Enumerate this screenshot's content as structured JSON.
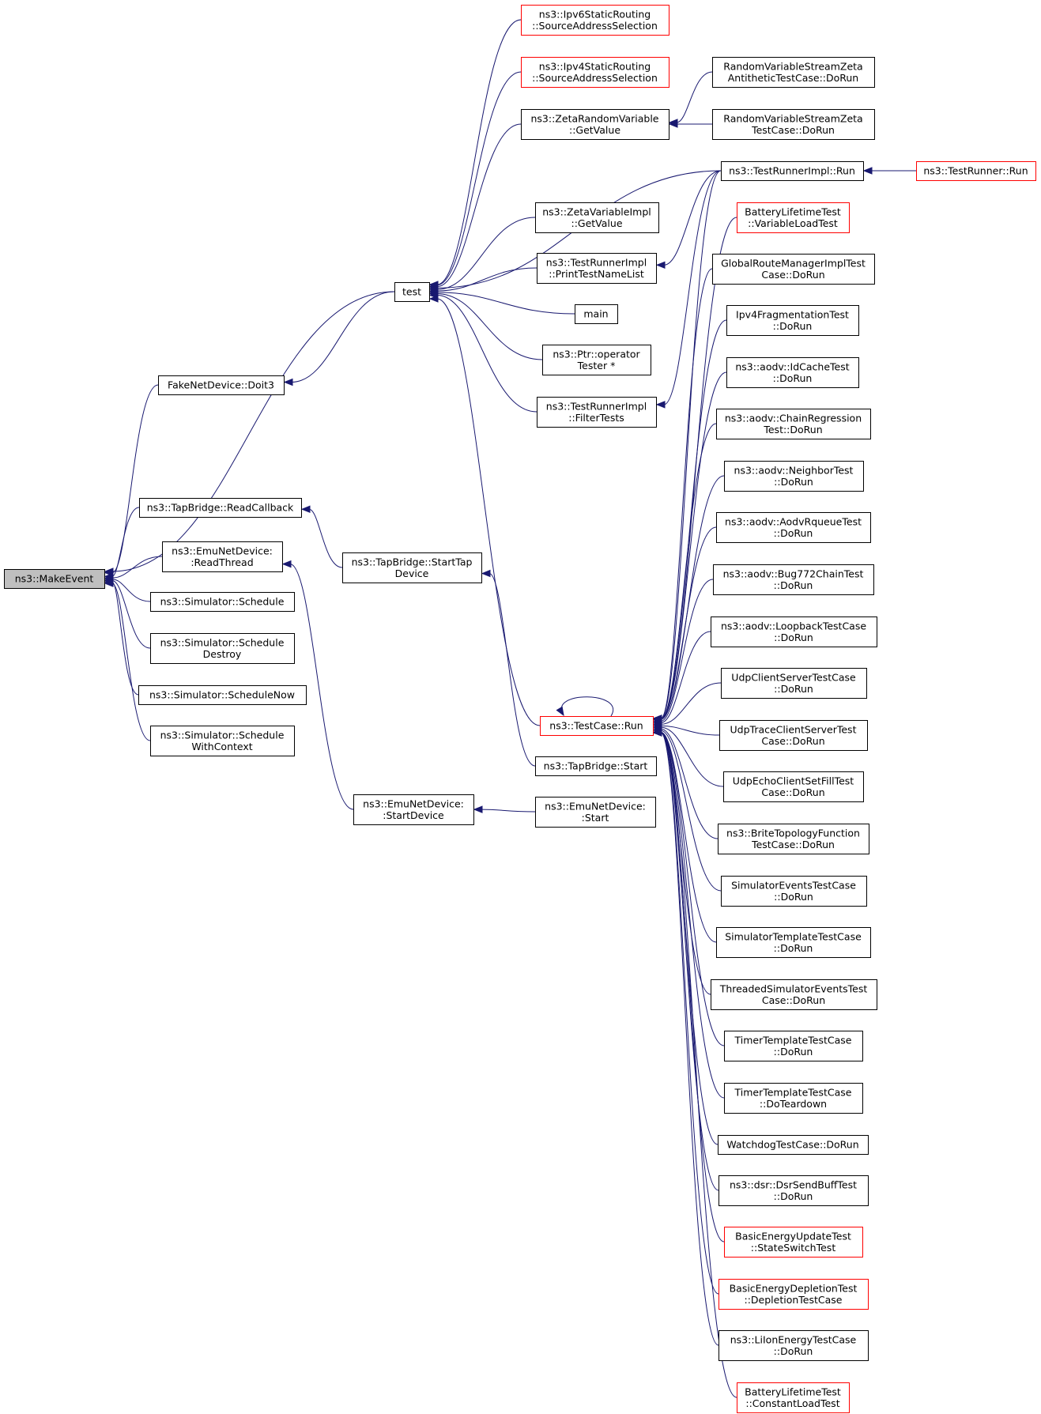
{
  "colors": {
    "edge": "#191970",
    "node_border": "#000000",
    "node_border_truncated": "#ff0000",
    "node_fill": "#ffffff",
    "focus_fill": "#bfbfbf"
  },
  "focus_node": "makeevent",
  "nodes": [
    {
      "id": "makeevent",
      "lines": [
        "ns3::MakeEvent"
      ],
      "truncated": false
    },
    {
      "id": "fakenet-doit3",
      "lines": [
        "FakeNetDevice::Doit3"
      ],
      "truncated": false
    },
    {
      "id": "tap-readcallback",
      "lines": [
        "ns3::TapBridge::ReadCallback"
      ],
      "truncated": false
    },
    {
      "id": "emu-readthread",
      "lines": [
        "ns3::EmuNetDevice:",
        ":ReadThread"
      ],
      "truncated": false
    },
    {
      "id": "sim-schedule",
      "lines": [
        "ns3::Simulator::Schedule"
      ],
      "truncated": false
    },
    {
      "id": "sim-schedule-destroy",
      "lines": [
        "ns3::Simulator::Schedule",
        "Destroy"
      ],
      "truncated": false
    },
    {
      "id": "sim-schedule-now",
      "lines": [
        "ns3::Simulator::ScheduleNow"
      ],
      "truncated": false
    },
    {
      "id": "sim-schedule-ctx",
      "lines": [
        "ns3::Simulator::Schedule",
        "WithContext"
      ],
      "truncated": false
    },
    {
      "id": "test",
      "lines": [
        "test"
      ],
      "truncated": false
    },
    {
      "id": "tap-starttapdevice",
      "lines": [
        "ns3::TapBridge::StartTap",
        "Device"
      ],
      "truncated": false
    },
    {
      "id": "emu-startdevice",
      "lines": [
        "ns3::EmuNetDevice:",
        ":StartDevice"
      ],
      "truncated": false
    },
    {
      "id": "ipv6-sas",
      "lines": [
        "ns3::Ipv6StaticRouting",
        "::SourceAddressSelection"
      ],
      "truncated": true
    },
    {
      "id": "ipv4-sas",
      "lines": [
        "ns3::Ipv4StaticRouting",
        "::SourceAddressSelection"
      ],
      "truncated": true
    },
    {
      "id": "zeta-rv-getvalue",
      "lines": [
        "ns3::ZetaRandomVariable",
        "::GetValue"
      ],
      "truncated": false
    },
    {
      "id": "zeta-vi-getvalue",
      "lines": [
        "ns3::ZetaVariableImpl",
        "::GetValue"
      ],
      "truncated": false
    },
    {
      "id": "tri-printtestnamelist",
      "lines": [
        "ns3::TestRunnerImpl",
        "::PrintTestNameList"
      ],
      "truncated": false
    },
    {
      "id": "main",
      "lines": [
        "main"
      ],
      "truncated": false
    },
    {
      "id": "ptr-operator",
      "lines": [
        "ns3::Ptr::operator",
        "Tester *"
      ],
      "truncated": false
    },
    {
      "id": "tri-filtertests",
      "lines": [
        "ns3::TestRunnerImpl",
        "::FilterTests"
      ],
      "truncated": false
    },
    {
      "id": "testcase-run",
      "lines": [
        "ns3::TestCase::Run"
      ],
      "truncated": true
    },
    {
      "id": "tap-start",
      "lines": [
        "ns3::TapBridge::Start"
      ],
      "truncated": false
    },
    {
      "id": "emu-start",
      "lines": [
        "ns3::EmuNetDevice:",
        ":Start"
      ],
      "truncated": false
    },
    {
      "id": "rvs-zeta-anti",
      "lines": [
        "RandomVariableStreamZeta",
        "AntitheticTestCase::DoRun"
      ],
      "truncated": false
    },
    {
      "id": "rvs-zeta",
      "lines": [
        "RandomVariableStreamZeta",
        "TestCase::DoRun"
      ],
      "truncated": false
    },
    {
      "id": "tri-run",
      "lines": [
        "ns3::TestRunnerImpl::Run"
      ],
      "truncated": false
    },
    {
      "id": "testrunner-run",
      "lines": [
        "ns3::TestRunner::Run"
      ],
      "truncated": true
    },
    {
      "id": "battery-varload",
      "lines": [
        "BatteryLifetimeTest",
        "::VariableLoadTest"
      ],
      "truncated": true
    },
    {
      "id": "grm-impl",
      "lines": [
        "GlobalRouteManagerImplTest",
        "Case::DoRun"
      ],
      "truncated": false
    },
    {
      "id": "ipv4-frag",
      "lines": [
        "Ipv4FragmentationTest",
        "::DoRun"
      ],
      "truncated": false
    },
    {
      "id": "aodv-idcache",
      "lines": [
        "ns3::aodv::IdCacheTest",
        "::DoRun"
      ],
      "truncated": false
    },
    {
      "id": "aodv-chainreg",
      "lines": [
        "ns3::aodv::ChainRegression",
        "Test::DoRun"
      ],
      "truncated": false
    },
    {
      "id": "aodv-neighbor",
      "lines": [
        "ns3::aodv::NeighborTest",
        "::DoRun"
      ],
      "truncated": false
    },
    {
      "id": "aodv-rqueue",
      "lines": [
        "ns3::aodv::AodvRqueueTest",
        "::DoRun"
      ],
      "truncated": false
    },
    {
      "id": "aodv-bug772",
      "lines": [
        "ns3::aodv::Bug772ChainTest",
        "::DoRun"
      ],
      "truncated": false
    },
    {
      "id": "aodv-loopback",
      "lines": [
        "ns3::aodv::LoopbackTestCase",
        "::DoRun"
      ],
      "truncated": false
    },
    {
      "id": "udp-cs",
      "lines": [
        "UdpClientServerTestCase",
        "::DoRun"
      ],
      "truncated": false
    },
    {
      "id": "udp-trace-cs",
      "lines": [
        "UdpTraceClientServerTest",
        "Case::DoRun"
      ],
      "truncated": false
    },
    {
      "id": "udp-echo-fill",
      "lines": [
        "UdpEchoClientSetFillTest",
        "Case::DoRun"
      ],
      "truncated": false
    },
    {
      "id": "brite",
      "lines": [
        "ns3::BriteTopologyFunction",
        "TestCase::DoRun"
      ],
      "truncated": false
    },
    {
      "id": "sim-events",
      "lines": [
        "SimulatorEventsTestCase",
        "::DoRun"
      ],
      "truncated": false
    },
    {
      "id": "sim-template",
      "lines": [
        "SimulatorTemplateTestCase",
        "::DoRun"
      ],
      "truncated": false
    },
    {
      "id": "threaded-sim",
      "lines": [
        "ThreadedSimulatorEventsTest",
        "Case::DoRun"
      ],
      "truncated": false
    },
    {
      "id": "timer-dorun",
      "lines": [
        "TimerTemplateTestCase",
        "::DoRun"
      ],
      "truncated": false
    },
    {
      "id": "timer-teardown",
      "lines": [
        "TimerTemplateTestCase",
        "::DoTeardown"
      ],
      "truncated": false
    },
    {
      "id": "watchdog",
      "lines": [
        "WatchdogTestCase::DoRun"
      ],
      "truncated": false
    },
    {
      "id": "dsr-sendbuff",
      "lines": [
        "ns3::dsr::DsrSendBuffTest",
        "::DoRun"
      ],
      "truncated": false
    },
    {
      "id": "basic-energy-update",
      "lines": [
        "BasicEnergyUpdateTest",
        "::StateSwitchTest"
      ],
      "truncated": true
    },
    {
      "id": "basic-energy-depletion",
      "lines": [
        "BasicEnergyDepletionTest",
        "::DepletionTestCase"
      ],
      "truncated": true
    },
    {
      "id": "liion",
      "lines": [
        "ns3::LiIonEnergyTestCase",
        "::DoRun"
      ],
      "truncated": false
    },
    {
      "id": "battery-constload",
      "lines": [
        "BatteryLifetimeTest",
        "::ConstantLoadTest"
      ],
      "truncated": true
    }
  ],
  "edges": [
    {
      "from": "fakenet-doit3",
      "to": "makeevent"
    },
    {
      "from": "test",
      "to": "makeevent"
    },
    {
      "from": "tap-readcallback",
      "to": "makeevent"
    },
    {
      "from": "emu-readthread",
      "to": "makeevent"
    },
    {
      "from": "sim-schedule",
      "to": "makeevent"
    },
    {
      "from": "sim-schedule-destroy",
      "to": "makeevent"
    },
    {
      "from": "sim-schedule-now",
      "to": "makeevent"
    },
    {
      "from": "sim-schedule-ctx",
      "to": "makeevent"
    },
    {
      "from": "test",
      "to": "fakenet-doit3"
    },
    {
      "from": "tap-starttapdevice",
      "to": "tap-readcallback"
    },
    {
      "from": "emu-startdevice",
      "to": "emu-readthread"
    },
    {
      "from": "ipv6-sas",
      "to": "test"
    },
    {
      "from": "ipv4-sas",
      "to": "test"
    },
    {
      "from": "zeta-rv-getvalue",
      "to": "test"
    },
    {
      "from": "tri-run",
      "to": "test"
    },
    {
      "from": "zeta-vi-getvalue",
      "to": "test"
    },
    {
      "from": "tri-printtestnamelist",
      "to": "test"
    },
    {
      "from": "main",
      "to": "test"
    },
    {
      "from": "ptr-operator",
      "to": "test"
    },
    {
      "from": "tri-filtertests",
      "to": "test"
    },
    {
      "from": "testcase-run",
      "to": "test"
    },
    {
      "from": "tap-start",
      "to": "tap-starttapdevice"
    },
    {
      "from": "emu-start",
      "to": "emu-startdevice"
    },
    {
      "from": "rvs-zeta-anti",
      "to": "zeta-rv-getvalue"
    },
    {
      "from": "rvs-zeta",
      "to": "zeta-rv-getvalue"
    },
    {
      "from": "testrunner-run",
      "to": "tri-run"
    },
    {
      "from": "tri-run",
      "to": "tri-printtestnamelist"
    },
    {
      "from": "tri-run",
      "to": "tri-filtertests"
    },
    {
      "from": "tri-run",
      "to": "testcase-run"
    },
    {
      "from": "testcase-run",
      "to": "testcase-run"
    },
    {
      "from": "battery-varload",
      "to": "testcase-run"
    },
    {
      "from": "grm-impl",
      "to": "testcase-run"
    },
    {
      "from": "ipv4-frag",
      "to": "testcase-run"
    },
    {
      "from": "aodv-idcache",
      "to": "testcase-run"
    },
    {
      "from": "aodv-chainreg",
      "to": "testcase-run"
    },
    {
      "from": "aodv-neighbor",
      "to": "testcase-run"
    },
    {
      "from": "aodv-rqueue",
      "to": "testcase-run"
    },
    {
      "from": "aodv-bug772",
      "to": "testcase-run"
    },
    {
      "from": "aodv-loopback",
      "to": "testcase-run"
    },
    {
      "from": "udp-cs",
      "to": "testcase-run"
    },
    {
      "from": "udp-trace-cs",
      "to": "testcase-run"
    },
    {
      "from": "udp-echo-fill",
      "to": "testcase-run"
    },
    {
      "from": "brite",
      "to": "testcase-run"
    },
    {
      "from": "sim-events",
      "to": "testcase-run"
    },
    {
      "from": "sim-template",
      "to": "testcase-run"
    },
    {
      "from": "threaded-sim",
      "to": "testcase-run"
    },
    {
      "from": "timer-dorun",
      "to": "testcase-run"
    },
    {
      "from": "timer-teardown",
      "to": "testcase-run"
    },
    {
      "from": "watchdog",
      "to": "testcase-run"
    },
    {
      "from": "dsr-sendbuff",
      "to": "testcase-run"
    },
    {
      "from": "basic-energy-update",
      "to": "testcase-run"
    },
    {
      "from": "basic-energy-depletion",
      "to": "testcase-run"
    },
    {
      "from": "liion",
      "to": "testcase-run"
    },
    {
      "from": "battery-constload",
      "to": "testcase-run"
    }
  ]
}
